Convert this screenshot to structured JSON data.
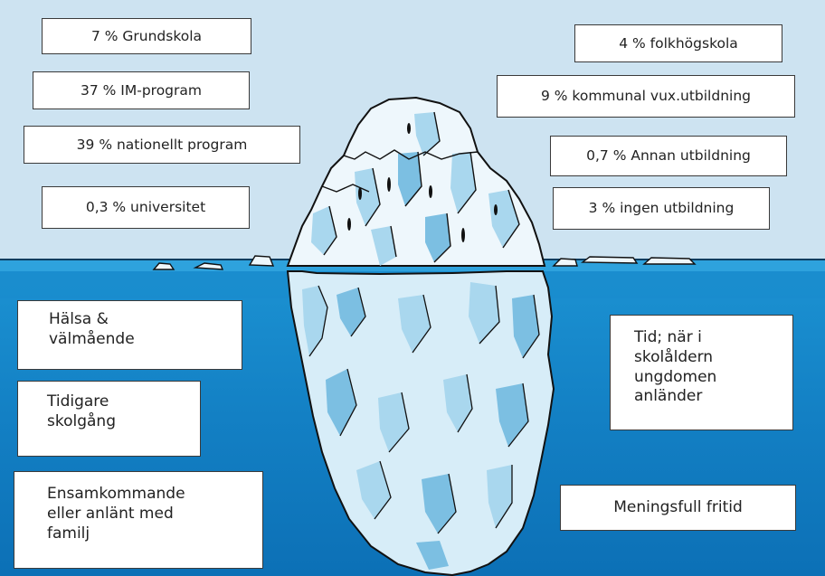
{
  "colors": {
    "sky": "#cde3f1",
    "water_surface": "#1689c9",
    "water_deep": "#0b6fb5",
    "ice_light": "#eef7fc",
    "ice_shadow": "#a9d7ee",
    "ice_deep": "#7cbfe2",
    "outline": "#111111"
  },
  "above_water": {
    "left": [
      {
        "label": "7 % Grundskola"
      },
      {
        "label": "37 % IM-program"
      },
      {
        "label": "39 % nationellt program"
      },
      {
        "label": "0,3 % universitet"
      }
    ],
    "right": [
      {
        "label": "4 % folkhögskola"
      },
      {
        "label": "9 % kommunal vux.utbildning"
      },
      {
        "label": "0,7 % Annan utbildning"
      },
      {
        "label": "3 % ingen utbildning"
      }
    ]
  },
  "below_water": {
    "left": [
      {
        "label": "Hälsa &\nvälmående"
      },
      {
        "label": "Tidigare\nskolgång"
      },
      {
        "label": "Ensamkommande\neller anlänt med\nfamilj"
      }
    ],
    "right": [
      {
        "label": "Tid; när i\nskolåldern\nungdomen\nanländer"
      },
      {
        "label": "Meningsfull fritid"
      }
    ]
  }
}
